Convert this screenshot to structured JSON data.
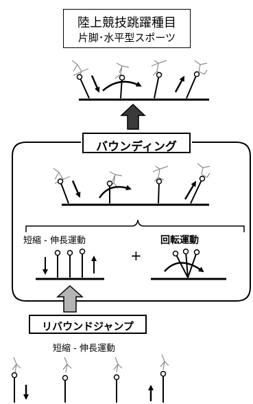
{
  "header": {
    "line1": "陸上競技跳躍種目",
    "line2": "片脚･水平型スポーツ"
  },
  "bounding": {
    "label": "バウンディング"
  },
  "left_motion": {
    "label": "短縮 - 伸長運動"
  },
  "plus": "+",
  "right_motion": {
    "label": "回転運動"
  },
  "rebound": {
    "label": "リバウンドジャンプ",
    "sub_label": "短縮 - 伸長運動"
  },
  "colors": {
    "line": "#000000",
    "dark_arrow": "#3a3a3a",
    "light_arrow": "#b4b4b4",
    "figure": "#8a8a8a"
  }
}
